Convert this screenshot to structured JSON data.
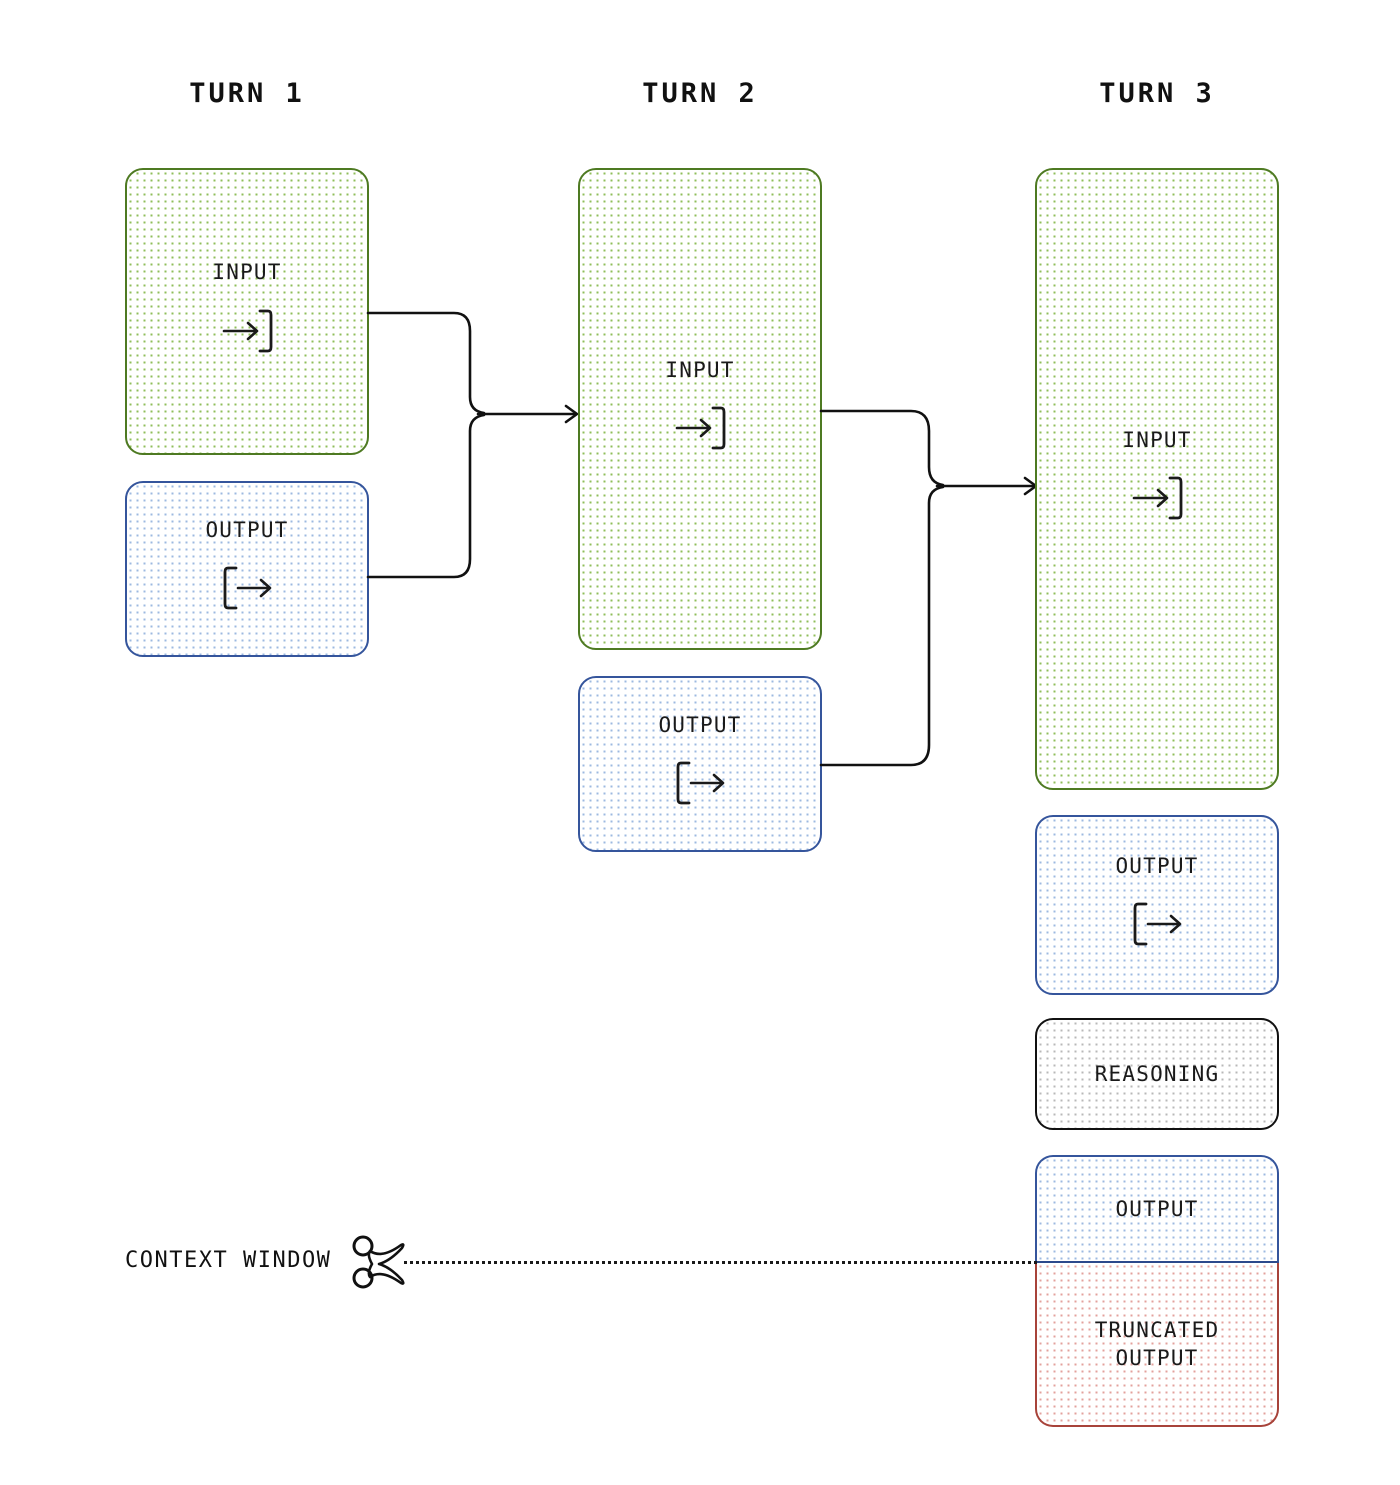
{
  "diagram": {
    "title_turn_1": "TURN 1",
    "title_turn_2": "TURN 2",
    "title_turn_3": "TURN 3",
    "labels": {
      "input": "INPUT",
      "output": "OUTPUT",
      "reasoning": "REASONING",
      "truncated_output_line1": "TRUNCATED",
      "truncated_output_line2": "OUTPUT",
      "context_window": "CONTEXT WINDOW"
    },
    "icons": {
      "input_icon": "arrow-into-bracket-icon",
      "output_icon": "bracket-out-arrow-icon",
      "scissors_icon": "scissors-icon"
    },
    "colors": {
      "input_border": "#4e7a22",
      "input_dots": "#8fbe5a",
      "output_border": "#35559c",
      "output_dots": "#9db9e0",
      "reasoning_border": "#111111",
      "reasoning_dots": "#b8b8b8",
      "truncated_border": "#a8433a",
      "truncated_dots": "#e3a19c",
      "connector": "#111111",
      "background": "#ffffff"
    },
    "turns": [
      {
        "name": "turn-1",
        "blocks": [
          {
            "kind": "input",
            "label": "INPUT",
            "icon": "arrow-into-bracket-icon"
          },
          {
            "kind": "output",
            "label": "OUTPUT",
            "icon": "bracket-out-arrow-icon"
          }
        ]
      },
      {
        "name": "turn-2",
        "blocks": [
          {
            "kind": "input",
            "label": "INPUT",
            "icon": "arrow-into-bracket-icon"
          },
          {
            "kind": "output",
            "label": "OUTPUT",
            "icon": "bracket-out-arrow-icon"
          }
        ]
      },
      {
        "name": "turn-3",
        "blocks": [
          {
            "kind": "input",
            "label": "INPUT",
            "icon": "arrow-into-bracket-icon"
          },
          {
            "kind": "output",
            "label": "OUTPUT",
            "icon": "bracket-out-arrow-icon"
          },
          {
            "kind": "reasoning",
            "label": "REASONING",
            "icon": ""
          },
          {
            "kind": "output",
            "label": "OUTPUT",
            "icon": ""
          },
          {
            "kind": "truncated",
            "label": "TRUNCATED OUTPUT",
            "icon": ""
          }
        ]
      }
    ]
  }
}
